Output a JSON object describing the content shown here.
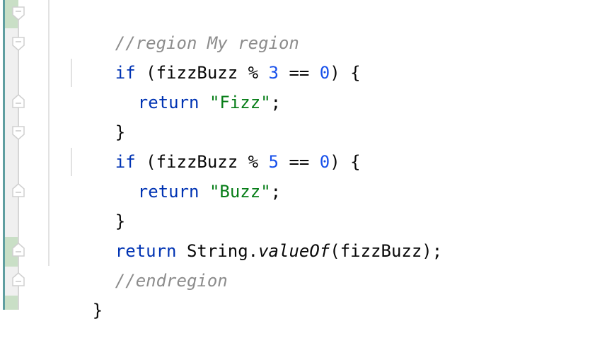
{
  "editor": {
    "language": "java",
    "colors": {
      "keyword": "#0033b3",
      "number": "#1750eb",
      "string": "#067d17",
      "comment": "#8c8c8c",
      "text": "#080808",
      "gutter_changed": "#c9dfc6",
      "gutter_bg": "#f0f0f0",
      "vcs_bar": "#5f9ea0"
    },
    "lines": [
      {
        "tokens": {
          "t0": "//region My region"
        }
      },
      {
        "tokens": {
          "t0": "if",
          "t1": " (fizzBuzz % ",
          "t2": "3",
          "t3": " == ",
          "t4": "0",
          "t5": ") {"
        }
      },
      {
        "tokens": {
          "t0": "return",
          "t1": " ",
          "t2": "\"Fizz\"",
          "t3": ";"
        }
      },
      {
        "tokens": {
          "t0": "}"
        }
      },
      {
        "tokens": {
          "t0": "if",
          "t1": " (fizzBuzz % ",
          "t2": "5",
          "t3": " == ",
          "t4": "0",
          "t5": ") {"
        }
      },
      {
        "tokens": {
          "t0": "return",
          "t1": " ",
          "t2": "\"Buzz\"",
          "t3": ";"
        }
      },
      {
        "tokens": {
          "t0": "}"
        }
      },
      {
        "tokens": {
          "t0": "return",
          "t1": " String.",
          "t2": "valueOf",
          "t3": "(fizzBuzz);"
        }
      },
      {
        "tokens": {
          "t0": "//endregion"
        }
      },
      {
        "tokens": {
          "t0": "}"
        }
      }
    ],
    "fold_markers": [
      {
        "line": 1,
        "type": "fold-start"
      },
      {
        "line": 2,
        "type": "fold-start"
      },
      {
        "line": 4,
        "type": "fold-end"
      },
      {
        "line": 5,
        "type": "fold-start"
      },
      {
        "line": 7,
        "type": "fold-end"
      },
      {
        "line": 9,
        "type": "fold-end"
      },
      {
        "line": 10,
        "type": "fold-end"
      }
    ]
  }
}
